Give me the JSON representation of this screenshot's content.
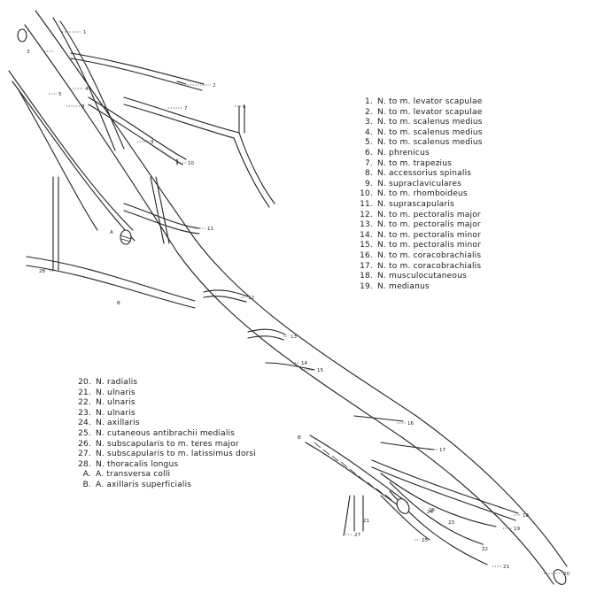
{
  "legend_right": [
    {
      "num": "1.",
      "text": "N. to m. levator scapulae"
    },
    {
      "num": "2.",
      "text": "N. to m. levator scapulae"
    },
    {
      "num": "3.",
      "text": "N. to m. scalenus medius"
    },
    {
      "num": "4.",
      "text": "N. to m. scalenus medius"
    },
    {
      "num": "5.",
      "text": "N. to m. scalenus medius"
    },
    {
      "num": "6.",
      "text": "N. phrenicus"
    },
    {
      "num": "7.",
      "text": "N. to m. trapezius"
    },
    {
      "num": "8.",
      "text": "N. accessorius spinalis"
    },
    {
      "num": "9.",
      "text": "N. supraclaviculares"
    },
    {
      "num": "10.",
      "text": "N. to m. rhomboideus"
    },
    {
      "num": "11.",
      "text": "N. suprascapularis"
    },
    {
      "num": "12.",
      "text": "N. to m. pectoralis major"
    },
    {
      "num": "13.",
      "text": "N. to m. pectoralis major"
    },
    {
      "num": "14.",
      "text": "N. to m. pectoralis minor"
    },
    {
      "num": "15.",
      "text": "N. to m. pectoralis minor"
    },
    {
      "num": "16.",
      "text": "N. to m. coracobrachialis"
    },
    {
      "num": "17.",
      "text": "N. to m. coracobrachialis"
    },
    {
      "num": "18.",
      "text": "N. musculocutaneous"
    },
    {
      "num": "19.",
      "text": "N. medianus"
    }
  ],
  "legend_left": [
    {
      "num": "20.",
      "text": "N. radialis"
    },
    {
      "num": "21.",
      "text": "N. ulnaris"
    },
    {
      "num": "22.",
      "text": "N. ulnaris"
    },
    {
      "num": "23.",
      "text": "N. ulnaris"
    },
    {
      "num": "24.",
      "text": "N. axillaris"
    },
    {
      "num": "25.",
      "text": "N. cutaneous antibrachii medialis"
    },
    {
      "num": "26.",
      "text": "N. subscapularis to m. teres major"
    },
    {
      "num": "27.",
      "text": "N. subscapularis to m. latissimus dorsi"
    },
    {
      "num": "28.",
      "text": "N. thoracalis longus"
    },
    {
      "num": "A.",
      "text": "A. transversa colli"
    },
    {
      "num": "B.",
      "text": "A. axillaris superficialis"
    }
  ],
  "callouts": {
    "c1": "1",
    "c2": "2",
    "c3": "3",
    "c4": "4",
    "c5": "5",
    "c6": "6",
    "c7": "7",
    "c8": "8",
    "c9": "9",
    "c10": "10",
    "c11": "11",
    "c12": "12",
    "c13": "13",
    "c14": "14",
    "c15": "15",
    "c16": "16",
    "c17": "17",
    "c18": "18",
    "c19": "19",
    "c20": "20",
    "c21": "21",
    "c22": "22",
    "c23": "23",
    "c24": "24",
    "c25": "25",
    "c26": "26",
    "c27": "27",
    "c28": "28",
    "cA": "A",
    "cB": "B",
    "cBx": "B"
  }
}
